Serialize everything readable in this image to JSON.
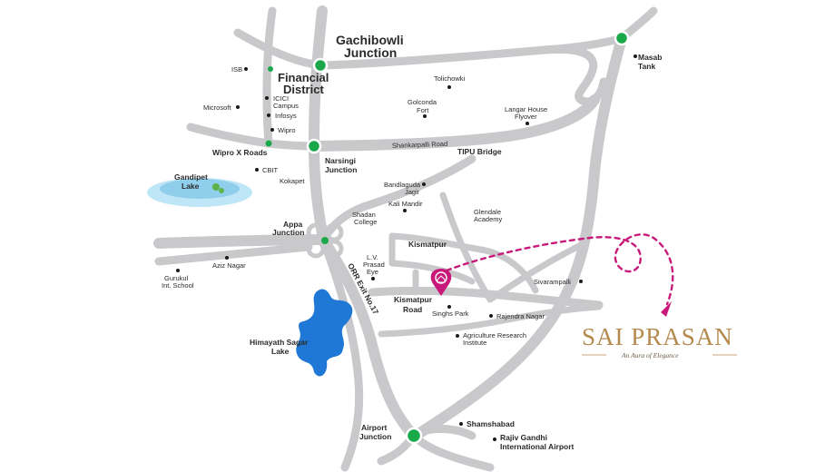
{
  "map": {
    "junctions": {
      "gachibowli": "Gachibowli",
      "gachibowli_2": "Junction",
      "financial_district": "Financial",
      "financial_district_2": "District",
      "wipro_x_roads": "Wipro X Roads",
      "narsingi": "Narsingi",
      "narsingi_2": "Junction",
      "appa": "Appa",
      "appa_2": "Junction",
      "airport": "Airport",
      "airport_2": "Junction",
      "masab_tank": "Masab",
      "masab_tank_2": "Tank"
    },
    "places": {
      "isb": "ISB",
      "icici_campus": "ICICI",
      "icici_campus_2": "Campus",
      "infosys": "Infosys",
      "microsoft": "Microsoft",
      "wipro": "Wipro",
      "cbit": "CBIT",
      "kokapet": "Kokapet",
      "tolichowki": "Tolichowki",
      "golconda_fort": "Golconda",
      "golconda_fort_2": "Fort",
      "langar_house": "Langar House",
      "langar_house_2": "Flyover",
      "shankarpalli_road": "Shankarpalli Road",
      "tipu_bridge": "TIPU Bridge",
      "bandlaguda": "Bandlaguda",
      "bandlaguda_2": "Jagir",
      "kali_mandir": "Kali Mandir",
      "shadan_college": "Shadan",
      "shadan_college_2": "College",
      "glendale": "Glendale",
      "glendale_2": "Academy",
      "kismatpur": "Kismatpur",
      "lv_prasad": "L.V.",
      "lv_prasad_2": "Prasad",
      "lv_prasad_3": "Eye",
      "orr_exit": "ORR Exit No.17",
      "kismatpur_road": "Kismatpur",
      "kismatpur_road_2": "Road",
      "singhs_park": "Singhs Park",
      "rajendra_nagar": "Rajendra Nagar",
      "agri_institute": "Agriculture Research",
      "agri_institute_2": "Institute",
      "sivarampalli": "Sivarampalli",
      "gurukul": "Gurukul",
      "gurukul_2": "Int. School",
      "aziz_nagar": "Aziz Nagar",
      "gandipet": "Gandipet",
      "gandipet_2": "Lake",
      "himayath": "Himayath Sagar",
      "himayath_2": "Lake",
      "shamshabad": "Shamshabad",
      "rgia": "Rajiv Gandhi",
      "rgia_2": "International Airport"
    }
  },
  "brand": {
    "name": "SAI PRASAN",
    "tagline": "An Aura of Elegance"
  },
  "colors": {
    "road": "#c9c9cc",
    "junction": "#1aa84a",
    "pin": "#c8197a",
    "brand_gold": "#b48a4f",
    "water": "#1f78d6",
    "lake_light": "#9fd6ee"
  }
}
